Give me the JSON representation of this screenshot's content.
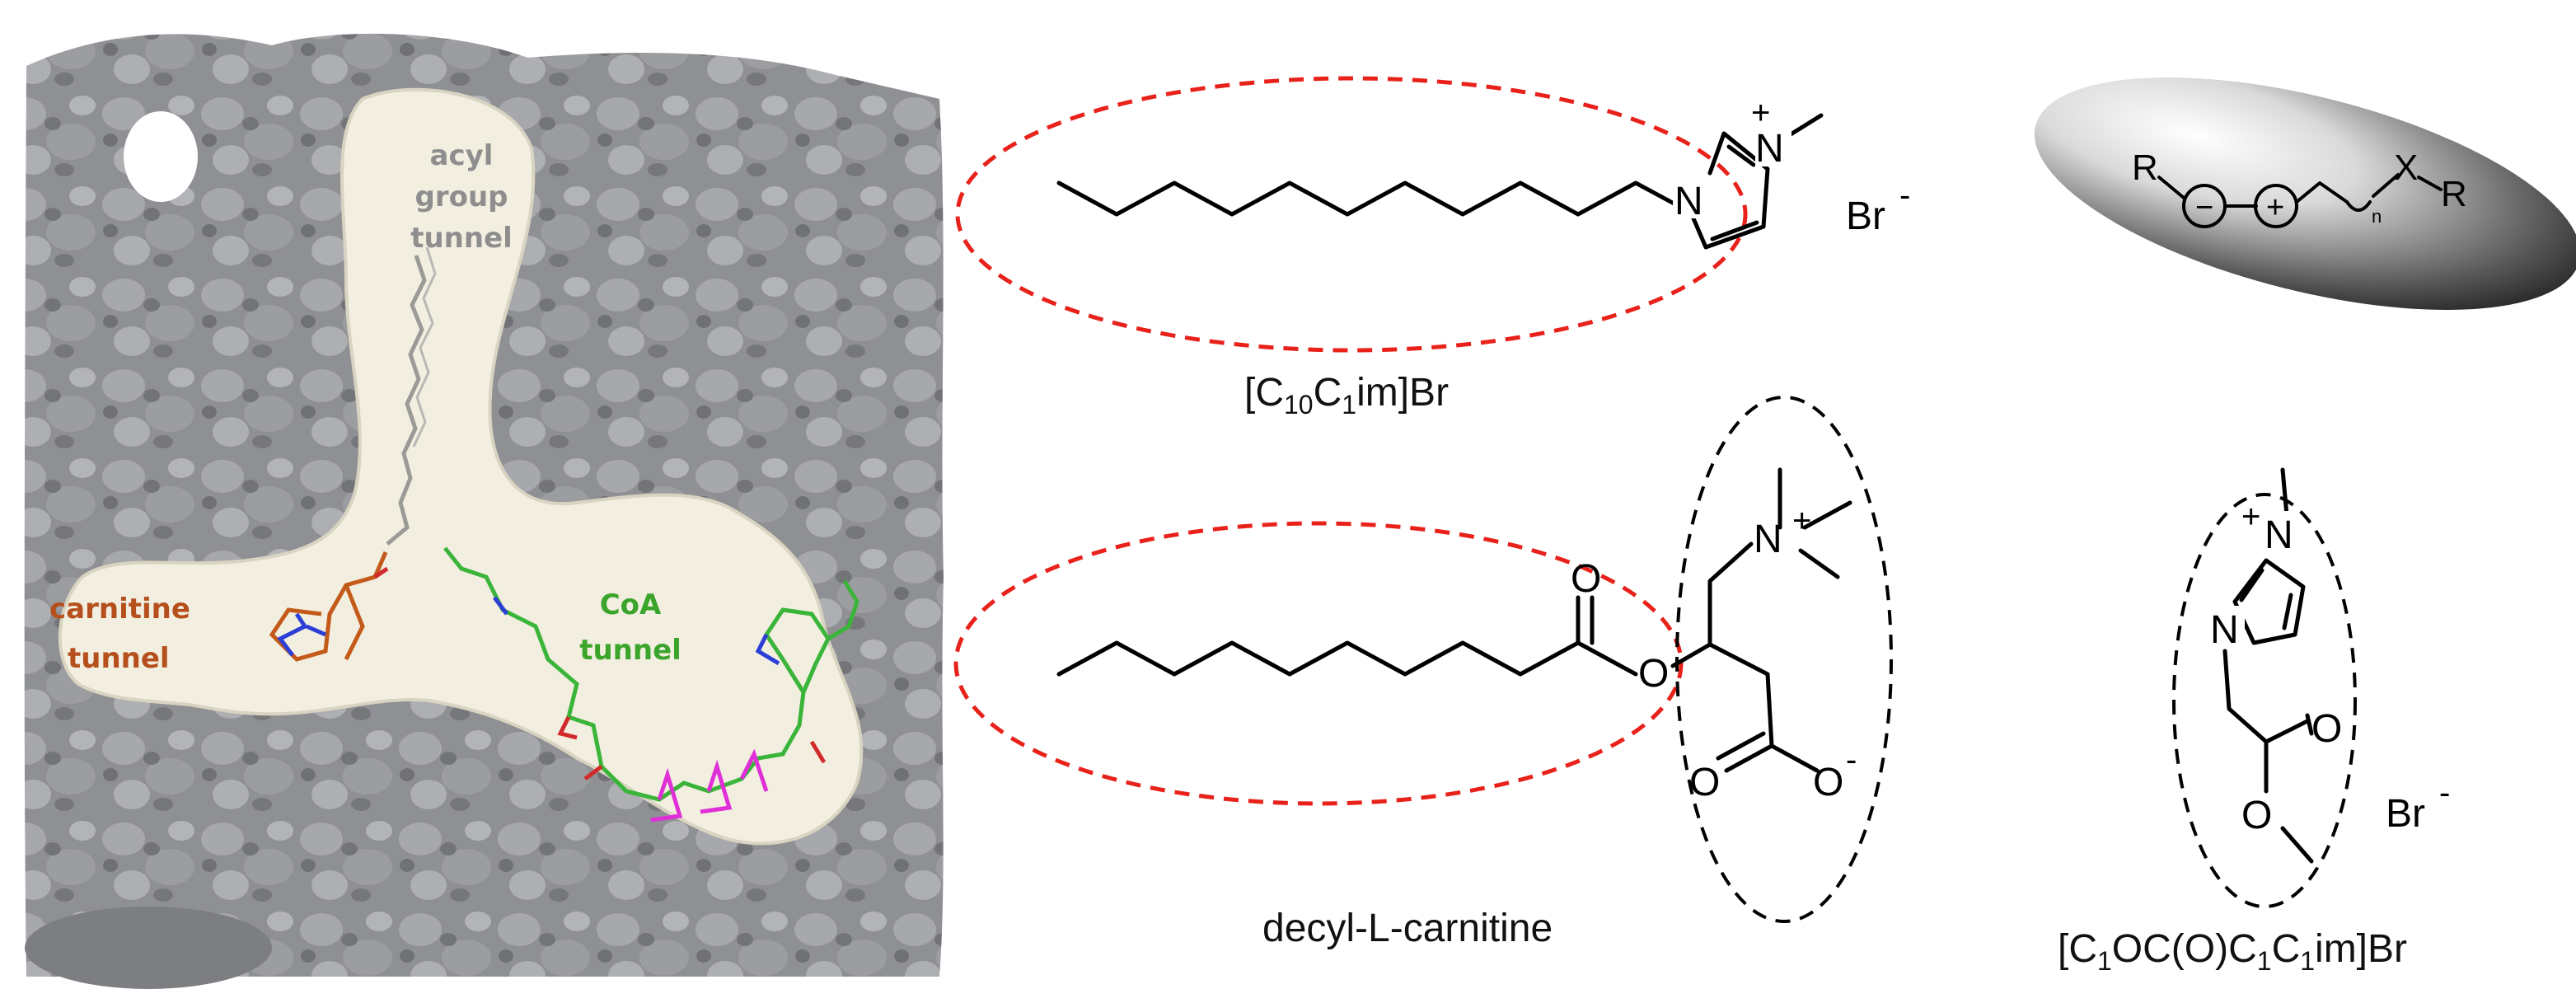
{
  "protein_panel": {
    "tunnels": {
      "acyl": [
        "acyl",
        "group",
        "tunnel"
      ],
      "carnitine": [
        "carnitine",
        "tunnel"
      ],
      "coa": [
        "CoA",
        "tunnel"
      ]
    },
    "colors": {
      "surface": "#8d8e91",
      "surface_dark": "#6f7073",
      "tunnel_fill": "#f2eee0",
      "acyl_label": "#8e8e8e",
      "carnitine_label": "#b5501d",
      "coa_label": "#3aa52a"
    }
  },
  "molecules": {
    "c10c1im": {
      "atom_N1": "N",
      "atom_N3": "N",
      "charge": "+",
      "counterion": "Br",
      "counterion_charge": "-",
      "caption": {
        "bracket_open": "[C",
        "sub1": "10",
        "mid": "C",
        "sub2": "1",
        "rest": "im]Br"
      }
    },
    "decyl_carnitine": {
      "atom_O_carbonyl": "O",
      "atom_O_ester": "O",
      "atom_N": "N",
      "charge": "+",
      "atom_O_carboxyl1": "O",
      "atom_O_carboxyl2": "O",
      "carboxyl_charge": "-",
      "caption": "decyl-L-carnitine"
    },
    "c1oc_c1c1im": {
      "atom_N_top": "N",
      "charge": "+",
      "atom_N_bottom": "N",
      "atom_O_carbonyl": "O",
      "atom_O_ester": "O",
      "counterion": "Br",
      "counterion_charge": "-",
      "caption": {
        "p1": "[C",
        "s1": "1",
        "p2": "OC(O)C",
        "s2": "1",
        "p3": "C",
        "s3": "1",
        "p4": "im]Br"
      }
    }
  },
  "general_structure": {
    "R_left": "R",
    "minus": "−",
    "plus": "+",
    "n_label": "n",
    "X": "X",
    "R_right": "R"
  },
  "highlight_colors": {
    "red_dashed": "#e8221b",
    "black_dashed": "#000000"
  }
}
